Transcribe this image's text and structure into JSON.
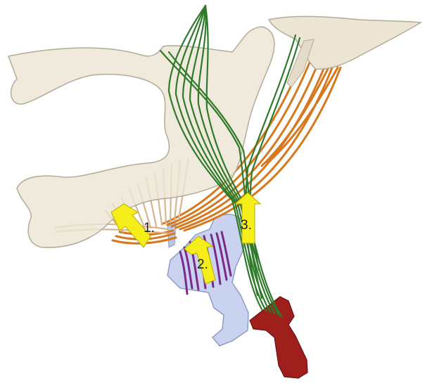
{
  "arrows": [
    {
      "id": "1",
      "label": "1."
    },
    {
      "id": "2",
      "label": "2."
    },
    {
      "id": "3",
      "label": "3."
    }
  ],
  "colors": {
    "bone_fill": "#ece5d3",
    "bone_stroke": "#b3ab98",
    "cartilage_fill": "#c9d3ef",
    "cartilage_stroke": "#8c98bf",
    "green_fibers": "#2f7a2a",
    "orange_fibers": "#d5781e",
    "purple_fibers": "#7a2a8c",
    "tan_fibers": "#d7b48e",
    "red_structure": "#9e1f1c",
    "arrow_fill": "#f6ee1a"
  }
}
